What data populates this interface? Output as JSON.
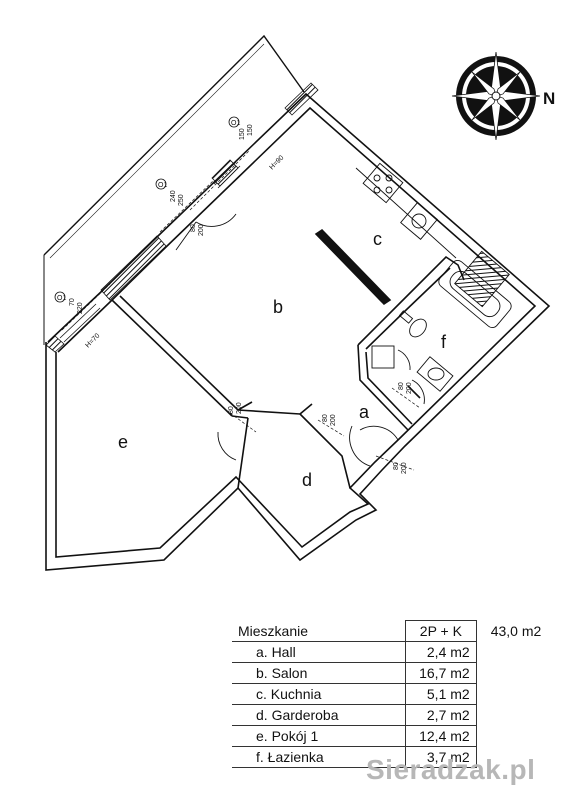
{
  "plan": {
    "rooms": [
      {
        "letter": "a"
      },
      {
        "letter": "b"
      },
      {
        "letter": "c"
      },
      {
        "letter": "d"
      },
      {
        "letter": "e"
      },
      {
        "letter": "f"
      }
    ],
    "door_labels": [
      "80",
      "200",
      "80",
      "200",
      "80",
      "200",
      "80",
      "200",
      "80",
      "200"
    ],
    "window_labels": {
      "w1_tag": "O1",
      "w1_w": "150",
      "w1_h": "150",
      "w1_sill": "H=90",
      "w2_tag": "O1",
      "w2_w": "240",
      "w2_h": "250",
      "w3_tag": "O1",
      "w3_w": "70",
      "w3_h": "220",
      "w3_sill": "H=70"
    },
    "compass_label": "N"
  },
  "summary": {
    "header": {
      "label": "Mieszkanie",
      "type": "2P + K",
      "total": "43,0 m2"
    },
    "rows": [
      {
        "name": "a.  Hall",
        "area": "2,4 m2"
      },
      {
        "name": "b.  Salon",
        "area": "16,7 m2"
      },
      {
        "name": "c.  Kuchnia",
        "area": "5,1 m2"
      },
      {
        "name": "d.  Garderoba",
        "area": "2,7 m2"
      },
      {
        "name": "e.  Pokój 1",
        "area": "12,4 m2"
      },
      {
        "name": "f.  Łazienka",
        "area": "3,7 m2"
      }
    ]
  },
  "watermark": "Sieradzak.pl",
  "colors": {
    "ink": "#111111",
    "watermark": "#b7b7b7"
  },
  "icons": [
    "compass-rose-icon",
    "stove-icon",
    "sink-icon",
    "toilet-icon",
    "bathtub-icon",
    "washbasin-icon",
    "washing-machine-icon"
  ]
}
